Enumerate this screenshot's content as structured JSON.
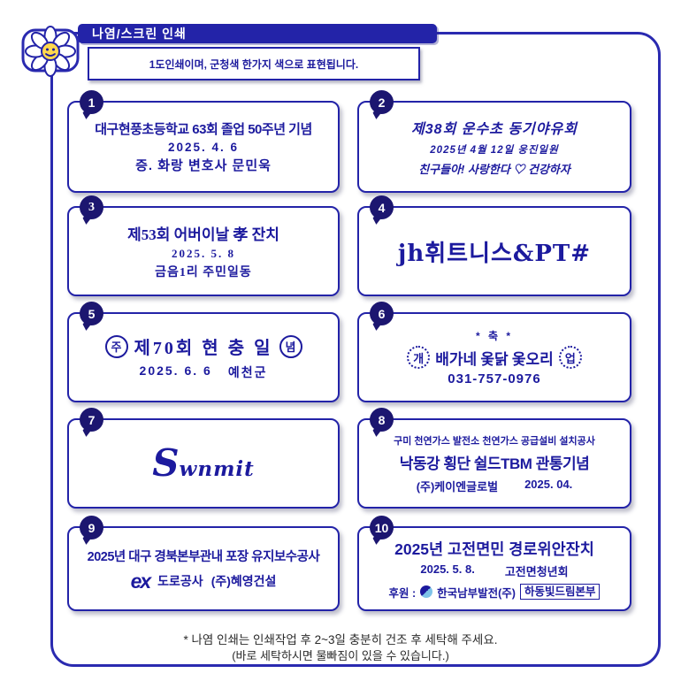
{
  "colors": {
    "navy_border": "#2a2ab0",
    "navy_text": "#1c1a9e",
    "badge_navy": "#1c1670",
    "flower_center_yellow": "#ffd84d"
  },
  "header": {
    "title": "나염/스크린 인쇄",
    "subtitle": "1도인쇄이며, 군청색 한가지 색으로 표현됩니다."
  },
  "samples": [
    {
      "num": "1",
      "line1": "대구현풍초등학교 63회 졸업 50주년 기념",
      "line2": "2025. 4. 6",
      "line3": "증. 화랑 변호사 문민욱"
    },
    {
      "num": "2",
      "line1": "제38회 운수초 동기야유회",
      "line2": "2025년 4월 12일 웅진일원",
      "line3": "친구들아! 사랑한다 ♡ 건강하자"
    },
    {
      "num": "3",
      "line1": "제53회 어버이날 孝 잔치",
      "line2": "2025. 5. 8",
      "line3": "금음1리 주민일동"
    },
    {
      "num": "4",
      "line1": "jh휘트니스&PT#"
    },
    {
      "num": "5",
      "circle_left": "주",
      "main": "제70회 현 충 일",
      "circle_right": "념",
      "line2a": "2025. 6. 6",
      "line2b": "예천군"
    },
    {
      "num": "6",
      "line1": "* 축 *",
      "circle_left": "개",
      "main": "배가네 옻닭 옻오리",
      "circle_right": "업",
      "line3": "031-757-0976"
    },
    {
      "num": "7",
      "script_initial": "S",
      "script_rest": "wnmit"
    },
    {
      "num": "8",
      "line1": "구미 천연가스 발전소 천연가스 공급설비 설치공사",
      "line2": "낙동강 횡단 쉴드TBM 관통기념",
      "line3a": "(주)케이엔글로벌",
      "line3b": "2025. 04."
    },
    {
      "num": "9",
      "line1": "2025년 대구 경북본부관내 포장 유지보수공사",
      "logo": "ex",
      "line2a": "도로공사",
      "line2b": "(주)혜영건설"
    },
    {
      "num": "10",
      "line1": "2025년 고전면민 경로위안잔치",
      "line2a": "2025. 5. 8.",
      "line2b": "고전면청년회",
      "line3_label": "후원 :",
      "line3a": "한국남부발전(주)",
      "line3b": "하동빛드림본부"
    }
  ],
  "footer": {
    "line1": "* 나염 인쇄는 인쇄작업 후 2~3일 충분히 건조 후 세탁해 주세요.",
    "line2": "(바로 세탁하시면 물빠짐이 있을 수 있습니다.)"
  }
}
